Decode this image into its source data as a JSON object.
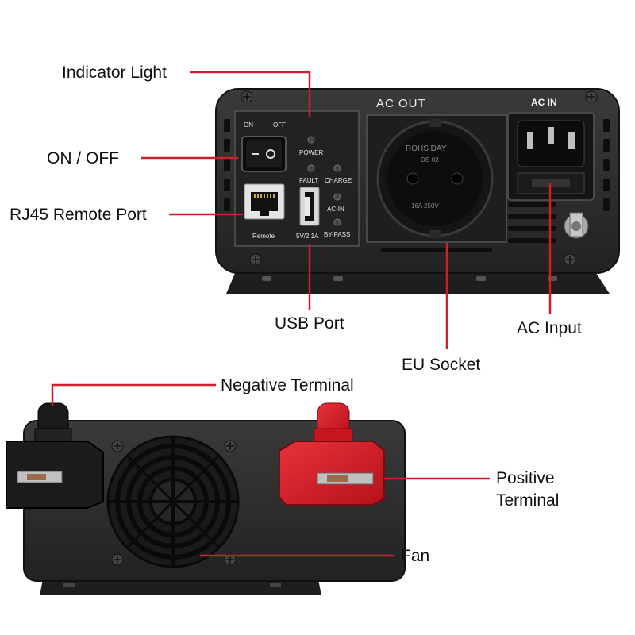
{
  "labels": {
    "indicator_light": "Indicator Light",
    "on_off": "ON / OFF",
    "rj45": "RJ45 Remote Port",
    "usb": "USB Port",
    "eu_socket": "EU Socket",
    "ac_input": "AC Input",
    "negative": "Negative Terminal",
    "positive_line1": "Positive",
    "positive_line2": "Terminal",
    "fan": "Fan"
  },
  "panel": {
    "on": "ON",
    "off": "OFF",
    "power": "POWER",
    "fault": "FAULT",
    "charge": "CHARGE",
    "ac_in_led": "AC-IN",
    "bypass": "BY-PASS",
    "remote": "Remote",
    "usb_rating": "5V/2.1A",
    "ac_out": "AC OUT",
    "ac_in": "AC IN",
    "socket_brand": "ROHS DAY",
    "socket_model": "DS-02",
    "socket_rating": "16A 250V"
  },
  "colors": {
    "callout_line": "#cc1f2b",
    "housing": "#2b2b2b",
    "panel": "#1c1c1c",
    "positive_cap": "#d81b24",
    "negative_cap": "#1a1a1a"
  }
}
